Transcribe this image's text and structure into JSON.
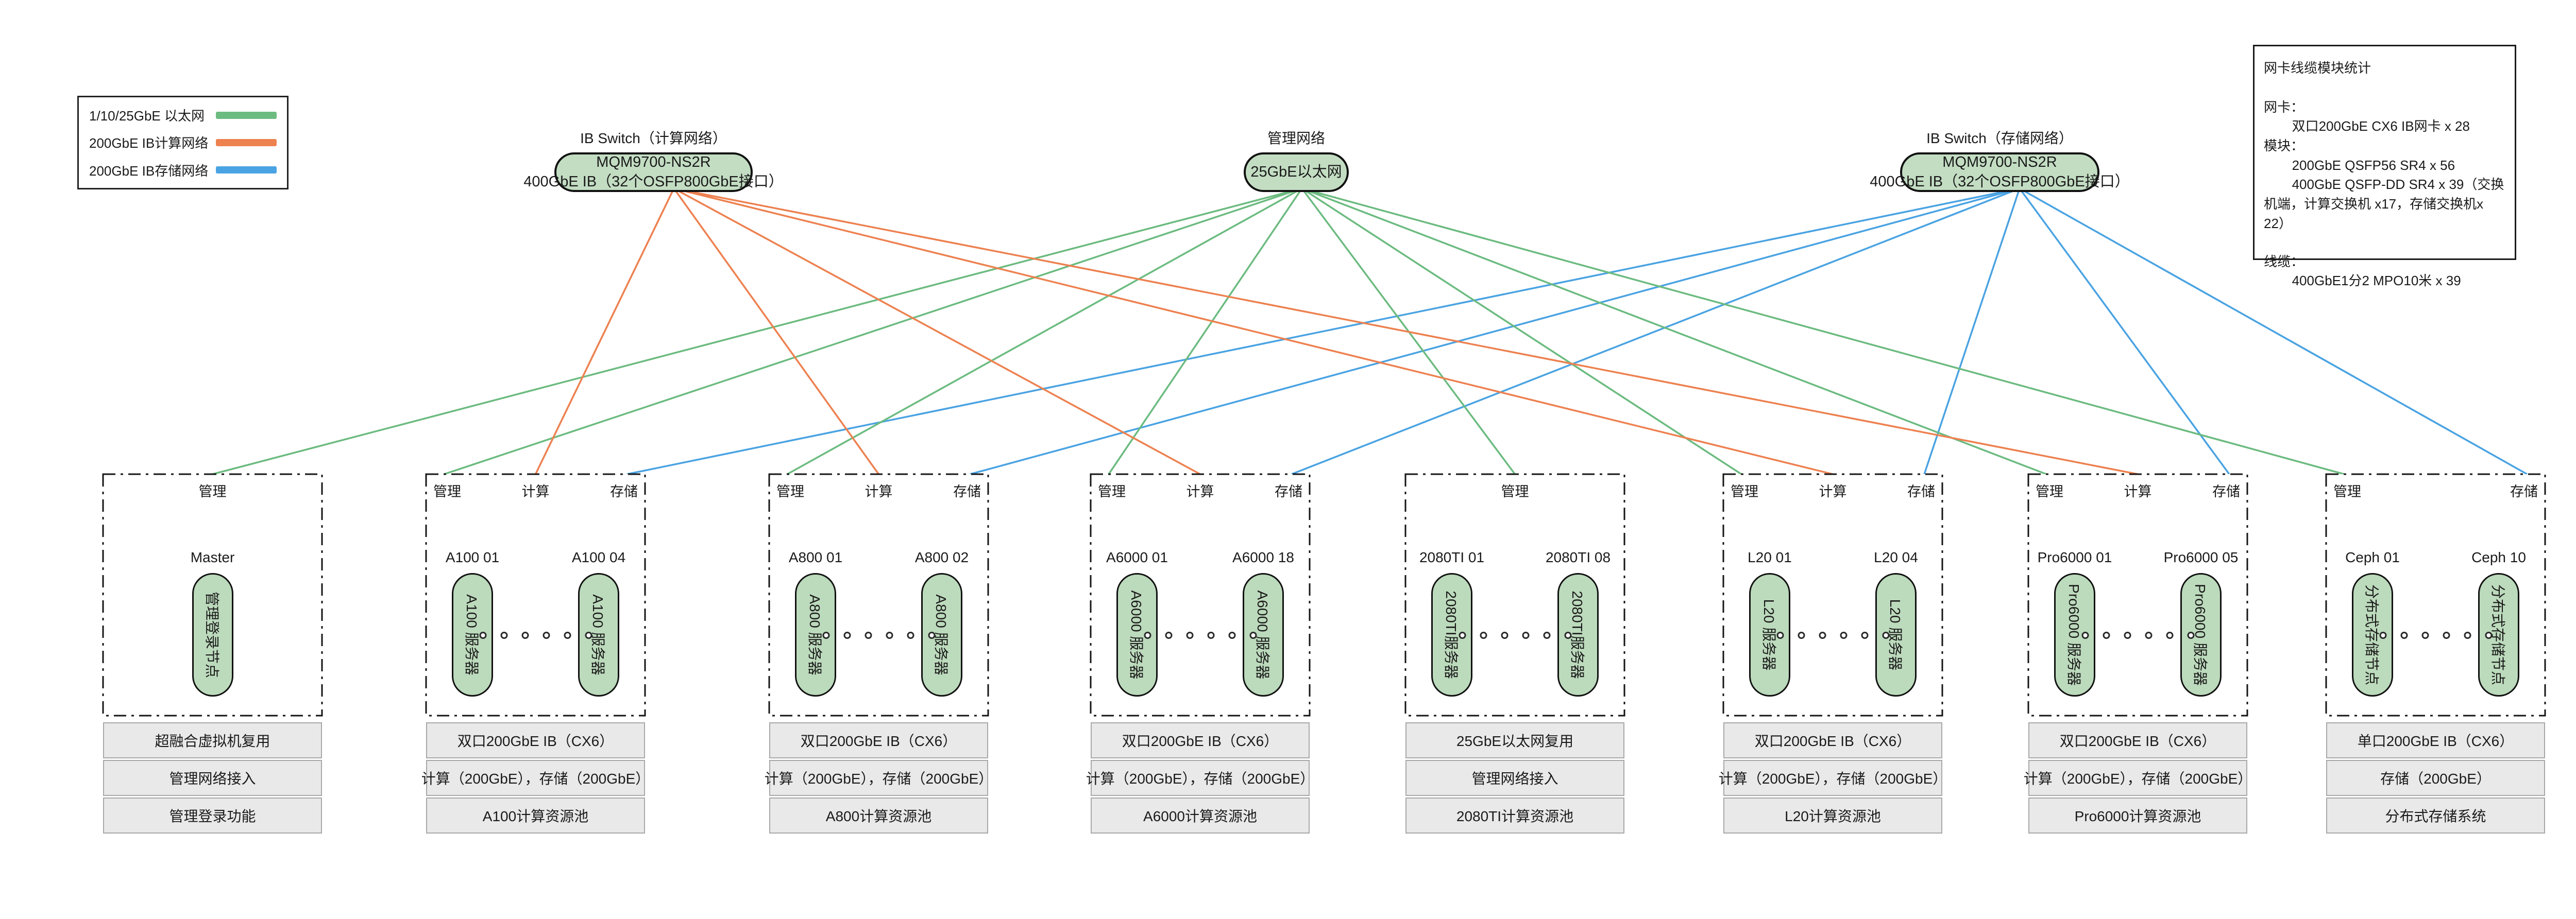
{
  "legend": {
    "items": [
      {
        "label": "1/10/25GbE 以太网",
        "color": "#6cbb80"
      },
      {
        "label": "200GbE IB计算网络",
        "color": "#ed8150"
      },
      {
        "label": "200GbE IB存储网络",
        "color": "#4aa3e2"
      }
    ]
  },
  "switches": [
    {
      "key": "comp",
      "title": "IB Switch（计算网络）",
      "lines": [
        "MQM9700-NS2R",
        "400GbE IB（32个OSFP800GbE接口）"
      ]
    },
    {
      "key": "mgmt",
      "title": "管理网络",
      "lines": [
        "25GbE以太网"
      ]
    },
    {
      "key": "stor",
      "title": "IB Switch（存储网络）",
      "lines": [
        "MQM9700-NS2R",
        "400GbE IB（32个OSFP800GbE接口）"
      ]
    }
  ],
  "stats_box": {
    "title": "网卡线缆模块统计",
    "sections": [
      {
        "heading": "网卡：",
        "items": [
          "双口200GbE CX6 IB网卡 x 28"
        ]
      },
      {
        "heading": "模块：",
        "items": [
          "200GbE QSFP56 SR4 x 56",
          "400GbE QSFP-DD SR4 x 39（交换机端，计算交换机 x17，存储交换机x 22）"
        ]
      },
      {
        "heading": "线缆：",
        "items": [
          "400GbE1分2 MPO10米 x 39"
        ]
      }
    ]
  },
  "clusters": [
    {
      "id": "master",
      "ports": [
        {
          "key": "mgmt",
          "label": "管理",
          "align": "center"
        }
      ],
      "servers": [
        {
          "name": "Master",
          "node": "管理登录节点"
        }
      ],
      "rows": [
        "超融合虚拟机复用",
        "管理网络接入",
        "管理登录功能"
      ]
    },
    {
      "id": "a100",
      "ports": [
        {
          "key": "mgmt",
          "label": "管理",
          "align": "left"
        },
        {
          "key": "comp",
          "label": "计算",
          "align": "center"
        },
        {
          "key": "stor",
          "label": "存储",
          "align": "right"
        }
      ],
      "servers": [
        {
          "name": "A100 01",
          "node": "A100 服务器"
        },
        {
          "name": "A100 04",
          "node": "A100 服务器"
        }
      ],
      "rows": [
        "双口200GbE IB（CX6）",
        "计算（200GbE），存储（200GbE）",
        "A100计算资源池"
      ]
    },
    {
      "id": "a800",
      "ports": [
        {
          "key": "mgmt",
          "label": "管理",
          "align": "left"
        },
        {
          "key": "comp",
          "label": "计算",
          "align": "center"
        },
        {
          "key": "stor",
          "label": "存储",
          "align": "right"
        }
      ],
      "servers": [
        {
          "name": "A800 01",
          "node": "A800 服务器"
        },
        {
          "name": "A800 02",
          "node": "A800 服务器"
        }
      ],
      "rows": [
        "双口200GbE IB（CX6）",
        "计算（200GbE），存储（200GbE）",
        "A800计算资源池"
      ]
    },
    {
      "id": "a6000",
      "ports": [
        {
          "key": "mgmt",
          "label": "管理",
          "align": "left"
        },
        {
          "key": "comp",
          "label": "计算",
          "align": "center"
        },
        {
          "key": "stor",
          "label": "存储",
          "align": "right"
        }
      ],
      "servers": [
        {
          "name": "A6000 01",
          "node": "A6000 服务器"
        },
        {
          "name": "A6000 18",
          "node": "A6000 服务器"
        }
      ],
      "rows": [
        "双口200GbE IB（CX6）",
        "计算（200GbE），存储（200GbE）",
        "A6000计算资源池"
      ]
    },
    {
      "id": "2080ti",
      "ports": [
        {
          "key": "mgmt",
          "label": "管理",
          "align": "center"
        }
      ],
      "servers": [
        {
          "name": "2080TI 01",
          "node": "2080TI服务器"
        },
        {
          "name": "2080TI 08",
          "node": "2080TI服务器"
        }
      ],
      "rows": [
        "25GbE以太网复用",
        "管理网络接入",
        "2080TI计算资源池"
      ]
    },
    {
      "id": "l20",
      "ports": [
        {
          "key": "mgmt",
          "label": "管理",
          "align": "left"
        },
        {
          "key": "comp",
          "label": "计算",
          "align": "center"
        },
        {
          "key": "stor",
          "label": "存储",
          "align": "right"
        }
      ],
      "servers": [
        {
          "name": "L20 01",
          "node": "L20 服务器"
        },
        {
          "name": "L20 04",
          "node": "L20 服务器"
        }
      ],
      "rows": [
        "双口200GbE IB（CX6）",
        "计算（200GbE），存储（200GbE）",
        "L20计算资源池"
      ]
    },
    {
      "id": "pro6000",
      "ports": [
        {
          "key": "mgmt",
          "label": "管理",
          "align": "left"
        },
        {
          "key": "comp",
          "label": "计算",
          "align": "center"
        },
        {
          "key": "stor",
          "label": "存储",
          "align": "right"
        }
      ],
      "servers": [
        {
          "name": "Pro6000 01",
          "node": "Pro6000 服务器"
        },
        {
          "name": "Pro6000 05",
          "node": "Pro6000 服务器"
        }
      ],
      "rows": [
        "双口200GbE IB（CX6）",
        "计算（200GbE），存储（200GbE）",
        "Pro6000计算资源池"
      ]
    },
    {
      "id": "ceph",
      "ports": [
        {
          "key": "mgmt",
          "label": "管理",
          "align": "left"
        },
        {
          "key": "stor",
          "label": "存储",
          "align": "right"
        }
      ],
      "servers": [
        {
          "name": "Ceph 01",
          "node": "分布式存储节点"
        },
        {
          "name": "Ceph 10",
          "node": "分布式存储节点"
        }
      ],
      "rows": [
        "单口200GbE IB（CX6）",
        "存储（200GbE）",
        "分布式存储系统"
      ]
    }
  ]
}
